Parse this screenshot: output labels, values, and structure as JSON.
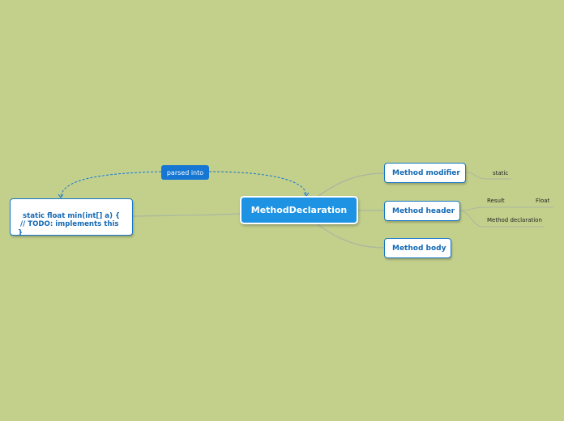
{
  "central_topic": "MethodDeclaration",
  "relationship_label": "parsed into",
  "code_node": "static float min(int[] a) {\n // TODO: implements this\n}",
  "branches": {
    "method_modifier": {
      "label": "Method modifier",
      "children": [
        "static"
      ]
    },
    "method_header": {
      "label": "Method header",
      "children": {
        "result": {
          "label": "Result",
          "children": [
            "Float"
          ]
        },
        "method_declaration": "Method declaration"
      }
    },
    "method_body": {
      "label": "Method body"
    }
  },
  "colors": {
    "background": "#c3d08c",
    "central_fill": "#1e93e3",
    "node_border": "#1577c6",
    "node_text": "#1469b4",
    "relationship": "#1576d3",
    "connector": "#a9b6a0"
  }
}
